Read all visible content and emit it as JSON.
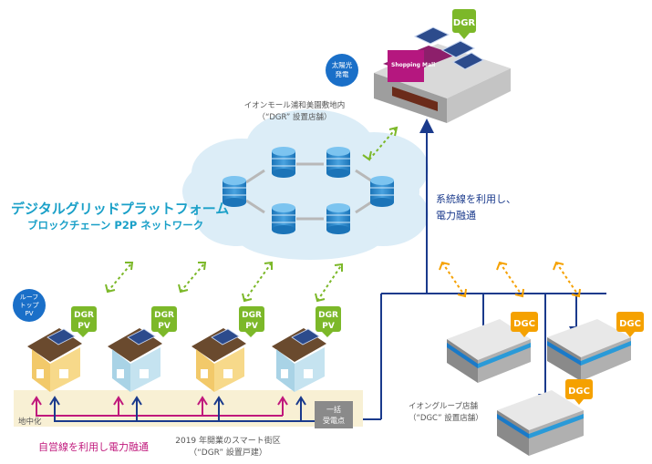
{
  "mall": {
    "label": "Shopping Mall",
    "badge": "DGR",
    "solar_bubble": [
      "太陽光",
      "発電"
    ],
    "caption_line1": "イオンモール浦和美園敷地内",
    "caption_line2": "（“DGR” 設置店舗）"
  },
  "platform": {
    "title": "デジタルグリッドプラットフォーム",
    "subtitle": "ブロックチェーン P2P ネットワーク"
  },
  "grid_note": {
    "line1": "系統線を利用し、",
    "line2": "電力融通"
  },
  "houses": {
    "badges": [
      "DGR\nPV",
      "DGR\nPV",
      "DGR\nPV",
      "DGR\nPV"
    ],
    "badge_top": "DGR",
    "badge_bottom": "PV",
    "rooftop_bubble": [
      "ルーフ",
      "トップ",
      "PV"
    ],
    "underground": "地中化",
    "receiving_point": [
      "一括",
      "受電点"
    ],
    "caption_line1": "2019 年開業のスマート街区",
    "caption_line2": "（“DGR” 設置戸建）",
    "self_line_label": "自営線を利用し電力融通"
  },
  "stores": {
    "badge": "DGC",
    "caption_line1": "イオングループ店舗",
    "caption_line2": "（“DGC” 設置店舗）"
  },
  "colors": {
    "green": "#7cb829",
    "orange": "#f5a100",
    "navy": "#1a3a8c",
    "magenta": "#c0187c",
    "cyan": "#1aa0c8",
    "cloud": "#dcedf7"
  }
}
